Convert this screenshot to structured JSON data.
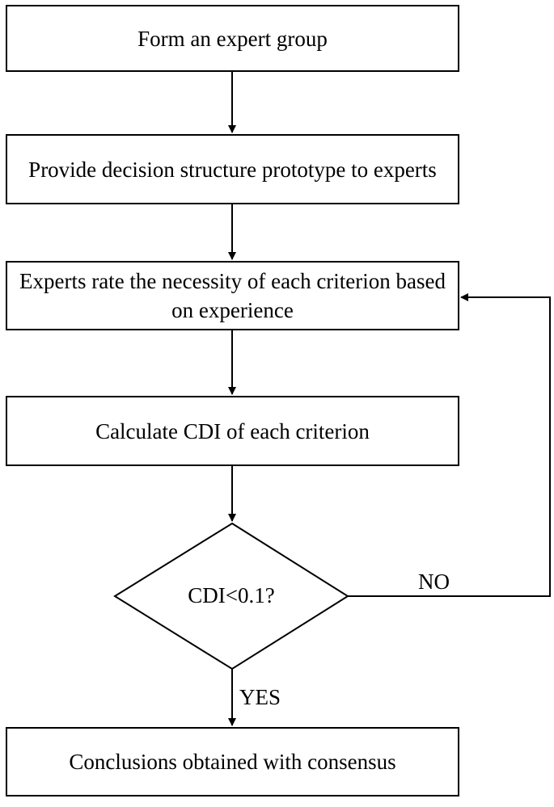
{
  "flowchart": {
    "steps": [
      "Form an expert group",
      "Provide decision structure prototype to experts",
      "Experts rate the necessity of each criterion based on experience",
      "Calculate CDI of each criterion"
    ],
    "decision": "CDI<0.1?",
    "no_label": "NO",
    "yes_label": "YES",
    "conclusion": "Conclusions obtained with consensus"
  }
}
